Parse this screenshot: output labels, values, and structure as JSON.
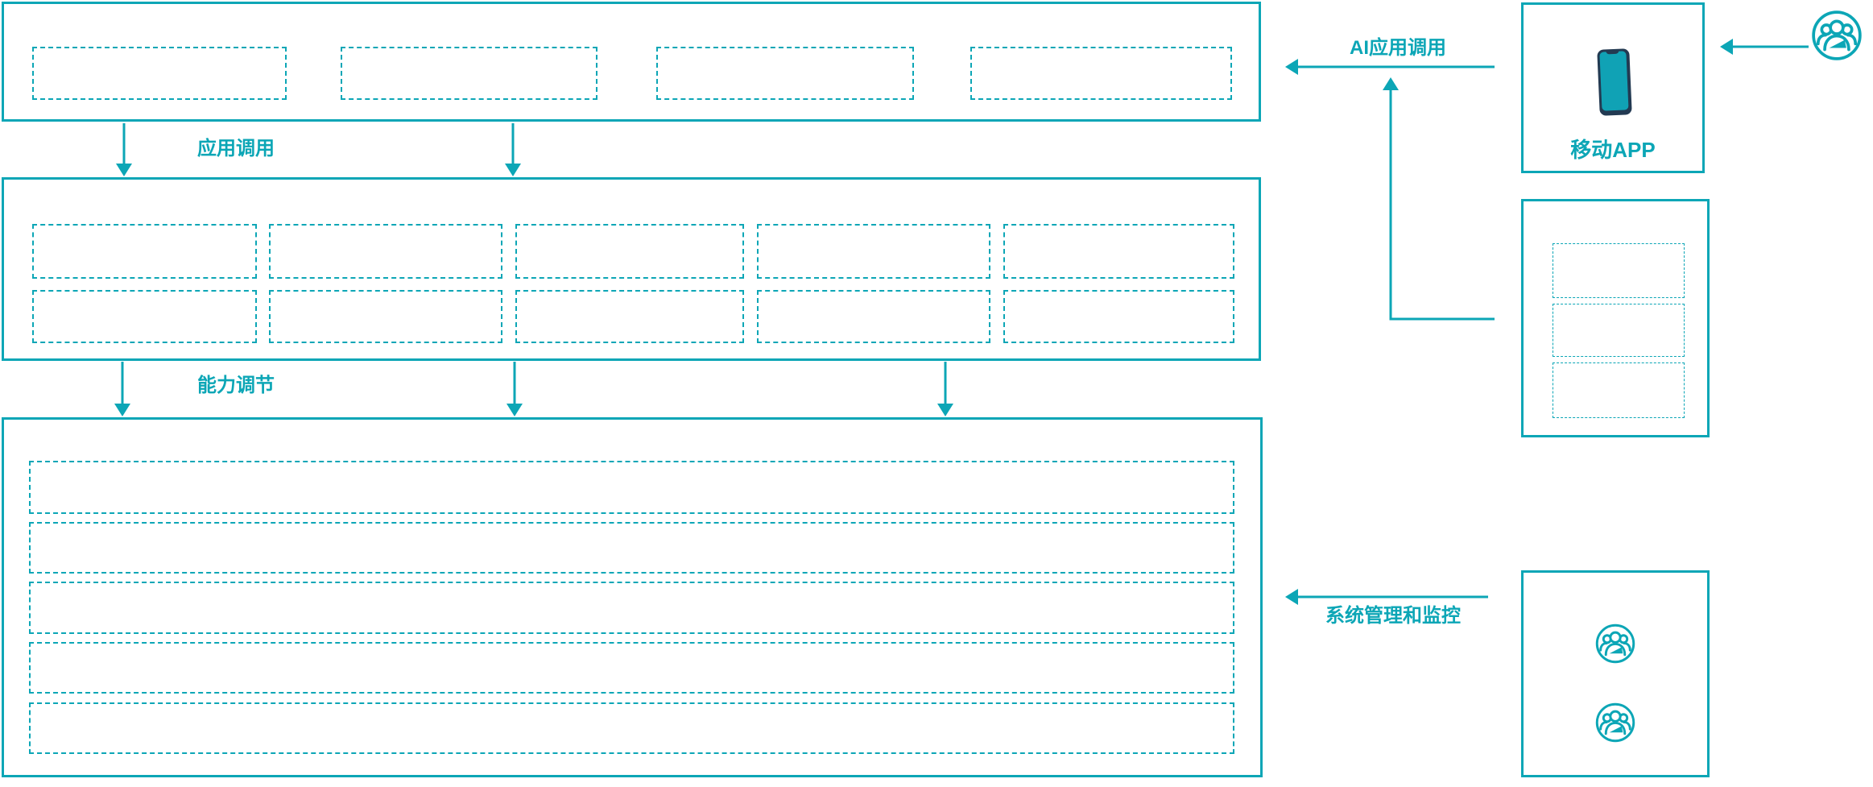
{
  "colors": {
    "accent_teal": "#0ca6b6",
    "phone_frame": "#233a52",
    "phone_screen": "#10a2b5",
    "background": "#ffffff"
  },
  "flow_labels": {
    "app_call": "应用调用",
    "capability_adjust": "能力调节",
    "ai_app_call": "AI应用调用",
    "system_management_monitoring": "系统管理和监控"
  },
  "right_column": {
    "mobile_app_panel": {
      "label": "移动APP",
      "icon": "smartphone-icon"
    },
    "middle_panel": {
      "icon": "none"
    },
    "admin_panel": {
      "icon": "users-icon"
    },
    "top_right_icon": "users-icon"
  }
}
